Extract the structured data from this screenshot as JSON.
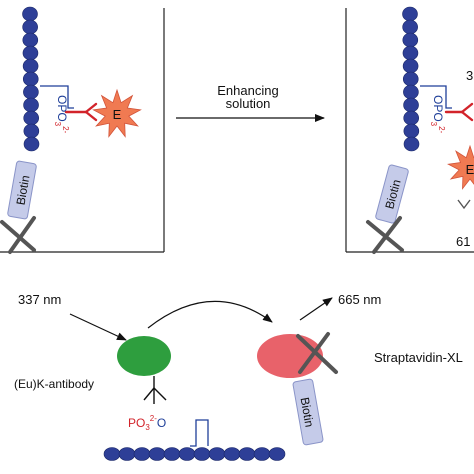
{
  "colors": {
    "bead": "#2e3f97",
    "bead_stroke": "#1a2766",
    "biotin_fill": "#c5cbe9",
    "biotin_stroke": "#8a94c8",
    "antibody": "#2e9e3e",
    "streptavidin": "#e8626a",
    "europium": "#f07a52",
    "phosphate": "#d2232a",
    "oxygen_blue": "#1f3f99",
    "line": "#111111",
    "cross": "#555555"
  },
  "icons": {
    "bead": "bead-chain",
    "cross": "streptavidin-cross",
    "star": "europium-starburst"
  },
  "panel_left": {
    "biotin_label": "Biotin",
    "phosphate_label": "OPO",
    "phosphate_sub": "3",
    "phosphate_sup": "2-",
    "europium_label": "E"
  },
  "arrow_middle": {
    "line1": "Enhancing",
    "line2": "solution"
  },
  "panel_right": {
    "biotin_label": "Biotin",
    "phosphate_label": "OPO",
    "phosphate_sub": "3",
    "phosphate_sup": "2-",
    "europium_label": "E",
    "excitation_partial": "3",
    "emission_partial": "61"
  },
  "bottom": {
    "excitation": "337 nm",
    "emission": "665 nm",
    "antibody_label": "(Eu)K-antibody",
    "phosphate_label": "PO",
    "phosphate_sub": "3",
    "phosphate_sup": "2-",
    "phosphate_tail": "O",
    "streptavidin_label": "Straptavidin-XL",
    "biotin_label": "Biotin"
  }
}
